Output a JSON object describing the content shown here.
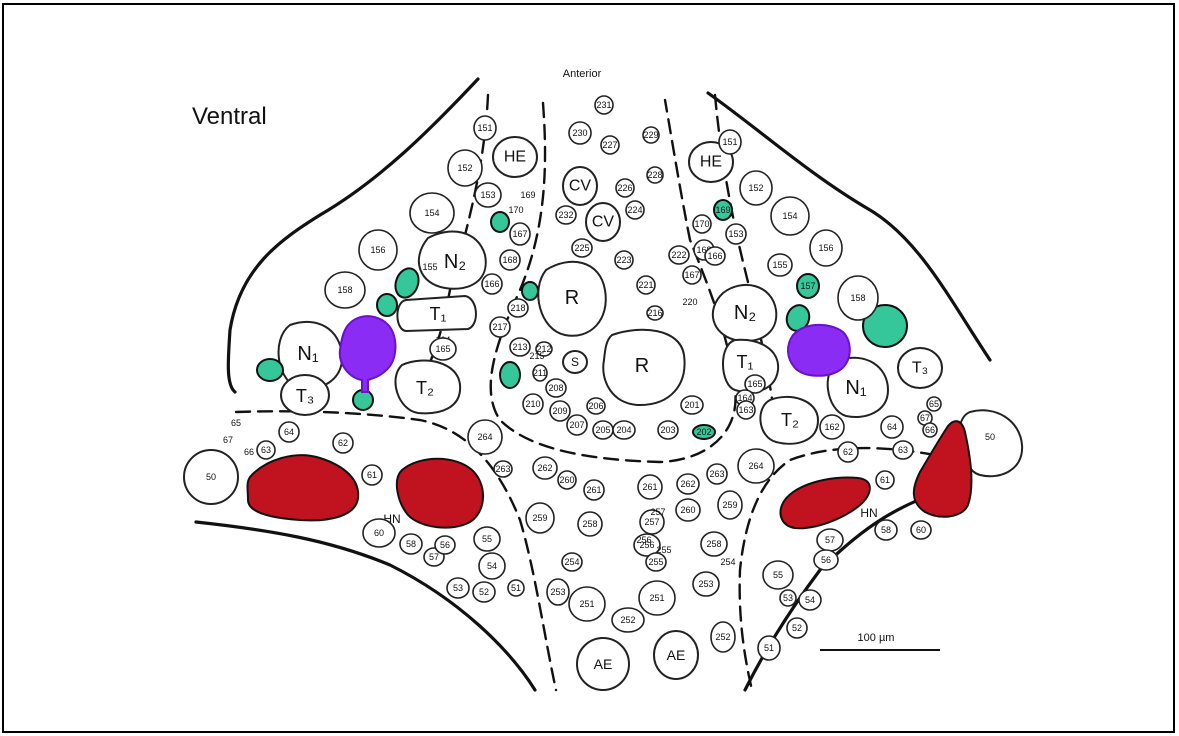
{
  "figure": {
    "title": "Ventral",
    "anterior_label": "Anterior",
    "scale_bar_label": "100 µm",
    "colors": {
      "green": "#35c79a",
      "purple": "#8b2cf5",
      "red": "#c1121f",
      "outline": "#111111"
    }
  },
  "big_labels": [
    {
      "id": "he-left",
      "text": "HE"
    },
    {
      "id": "he-right",
      "text": "HE"
    },
    {
      "id": "cv-top",
      "text": "CV"
    },
    {
      "id": "cv-bottom",
      "text": "CV"
    },
    {
      "id": "n2-left",
      "text": "N₂"
    },
    {
      "id": "n2-right",
      "text": "N₂"
    },
    {
      "id": "t1-left",
      "text": "T₁"
    },
    {
      "id": "t1-right",
      "text": "T₁"
    },
    {
      "id": "n1-left",
      "text": "N₁"
    },
    {
      "id": "n1-right",
      "text": "N₁"
    },
    {
      "id": "t2-left",
      "text": "T₂"
    },
    {
      "id": "t2-right",
      "text": "T₂"
    },
    {
      "id": "t3-left",
      "text": "T₃"
    },
    {
      "id": "t3-right",
      "text": "T₃"
    },
    {
      "id": "r-upper",
      "text": "R"
    },
    {
      "id": "r-lower",
      "text": "R"
    },
    {
      "id": "s",
      "text": "S"
    },
    {
      "id": "ae-left",
      "text": "AE"
    },
    {
      "id": "ae-right",
      "text": "AE"
    },
    {
      "id": "hn-left",
      "text": "HN"
    },
    {
      "id": "hn-right",
      "text": "HN"
    }
  ],
  "cell_labels": [
    "151",
    "152",
    "153",
    "154",
    "156",
    "158",
    "155",
    "169",
    "170",
    "167",
    "168",
    "166",
    "164",
    "163",
    "165",
    "231",
    "230",
    "229",
    "227",
    "228",
    "226",
    "224",
    "232",
    "225",
    "223",
    "222",
    "221",
    "220",
    "216",
    "218",
    "217",
    "213",
    "212",
    "215",
    "211",
    "208",
    "210",
    "209",
    "207",
    "206",
    "205",
    "204",
    "203",
    "202",
    "201",
    "264",
    "262",
    "263",
    "260",
    "261",
    "259",
    "258",
    "257",
    "256",
    "255",
    "254",
    "253",
    "252",
    "251",
    "65",
    "67",
    "66",
    "64",
    "63",
    "62",
    "61",
    "60",
    "58",
    "57",
    "56",
    "55",
    "54",
    "53",
    "52",
    "51",
    "50",
    "151",
    "152",
    "154",
    "153",
    "156",
    "155",
    "157",
    "158",
    "170",
    "169",
    "168",
    "167",
    "166",
    "165",
    "164",
    "163",
    "162",
    "264",
    "263",
    "262",
    "261",
    "260",
    "259",
    "258",
    "257",
    "256",
    "255",
    "254",
    "253",
    "252",
    "251",
    "65",
    "67",
    "66",
    "64",
    "63",
    "62",
    "61",
    "60",
    "58",
    "57",
    "56",
    "55",
    "54",
    "53",
    "52",
    "51",
    "50"
  ]
}
